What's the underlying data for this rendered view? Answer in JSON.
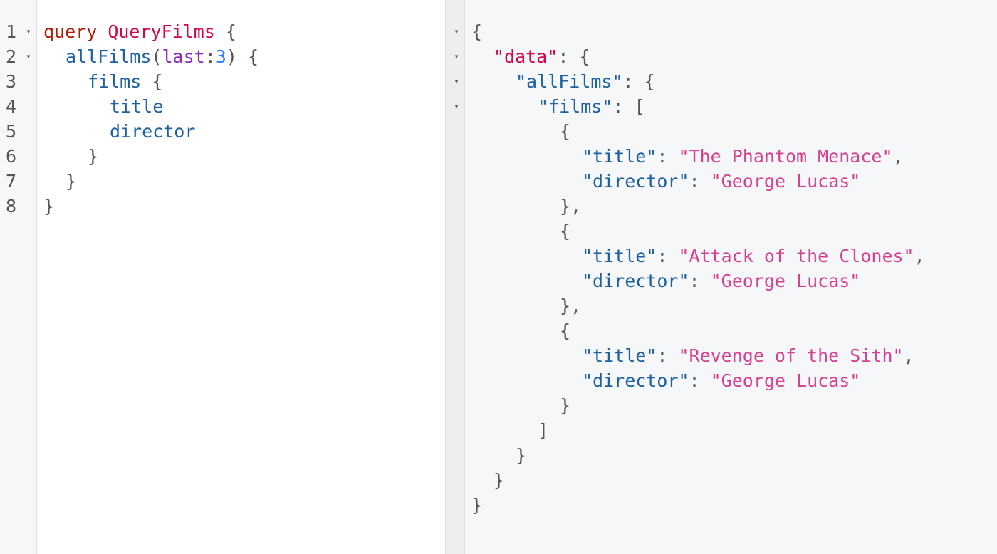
{
  "query_editor": {
    "line_numbers": [
      "1",
      "2",
      "3",
      "4",
      "5",
      "6",
      "7",
      "8"
    ],
    "fold_marker": "▾",
    "tokens": {
      "query_kw": "query",
      "operation_name": "QueryFilms",
      "open_brace": "{",
      "close_brace": "}",
      "all_films": "allFilms",
      "open_paren": "(",
      "close_paren": ")",
      "arg_name": "last",
      "colon": ":",
      "arg_value": "3",
      "films": "films",
      "title": "title",
      "director": "director"
    }
  },
  "result_viewer": {
    "fold_marker": "▾",
    "json": {
      "open_brace": "{",
      "close_brace": "}",
      "open_bracket": "[",
      "close_bracket": "]",
      "close_brace_comma": "},",
      "colon": ": ",
      "comma": ",",
      "data_key": "\"data\"",
      "all_films_key": "\"allFilms\"",
      "films_key": "\"films\"",
      "title_key": "\"title\"",
      "director_key": "\"director\"",
      "films": [
        {
          "title": "\"The Phantom Menace\"",
          "director": "\"George Lucas\""
        },
        {
          "title": "\"Attack of the Clones\"",
          "director": "\"George Lucas\""
        },
        {
          "title": "\"Revenge of the Sith\"",
          "director": "\"George Lucas\""
        }
      ]
    }
  }
}
